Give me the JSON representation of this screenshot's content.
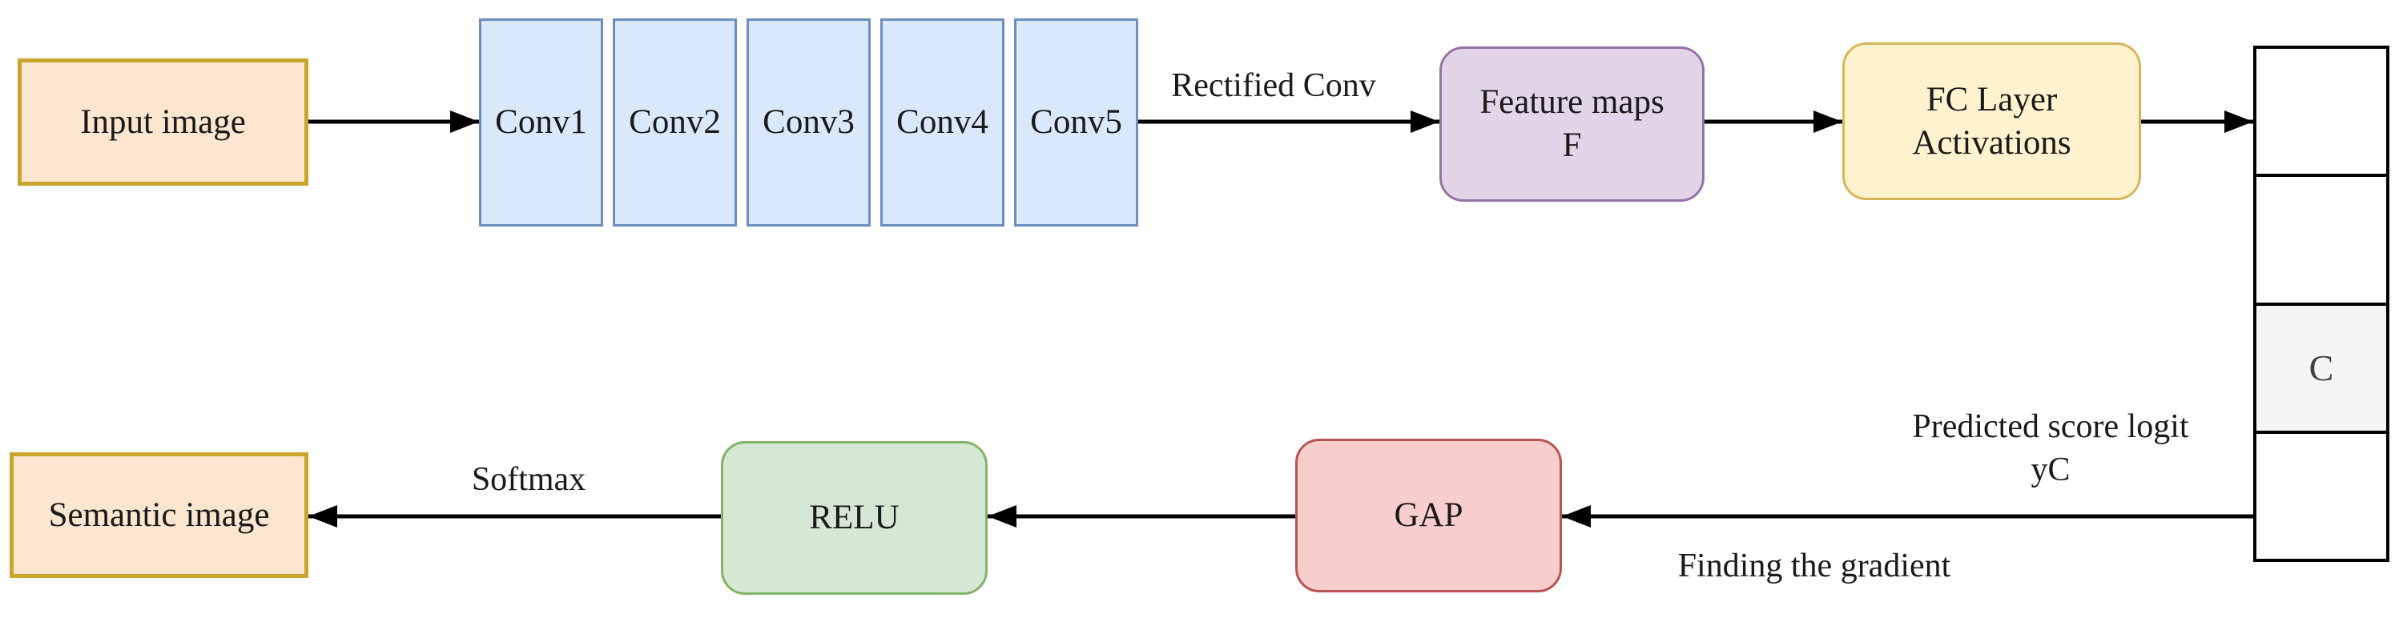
{
  "diagram": {
    "nodes": {
      "input_image": {
        "label": "Input image"
      },
      "conv_layers": [
        {
          "label": "Conv1"
        },
        {
          "label": "Conv2"
        },
        {
          "label": "Conv3"
        },
        {
          "label": "Conv4"
        },
        {
          "label": "Conv5"
        }
      ],
      "feature_maps": {
        "line1": "Feature maps",
        "line2": "F"
      },
      "fc_layer": {
        "line1": "FC Layer",
        "line2": "Activations"
      },
      "score_column": {
        "cells": [
          "",
          "",
          "C",
          ""
        ]
      },
      "gap": {
        "label": "GAP"
      },
      "relu": {
        "label": "RELU"
      },
      "semantic_image": {
        "label": "Semantic image"
      }
    },
    "edge_labels": {
      "rectified_conv": "Rectified Conv",
      "softmax": "Softmax",
      "predicted_score_line1": "Predicted score logit",
      "predicted_score_line2": "yC",
      "finding_gradient": "Finding the gradient"
    }
  },
  "palette": {
    "arrow": "#000000",
    "input_fill": "#FCE6D0",
    "input_border": "#C9A52B",
    "conv_fill": "#DAE8FC",
    "conv_border": "#6C8EBF",
    "feature_fill": "#E1D5E7",
    "feature_border": "#9673A6",
    "fc_fill": "#FFF3CF",
    "fc_border": "#D6B656",
    "gap_fill": "#F8CECC",
    "gap_border": "#B85450",
    "relu_fill": "#D5E8D4",
    "relu_border": "#82B366",
    "cell_highlight": "#F5F5F5",
    "cell_border": "#000000"
  }
}
